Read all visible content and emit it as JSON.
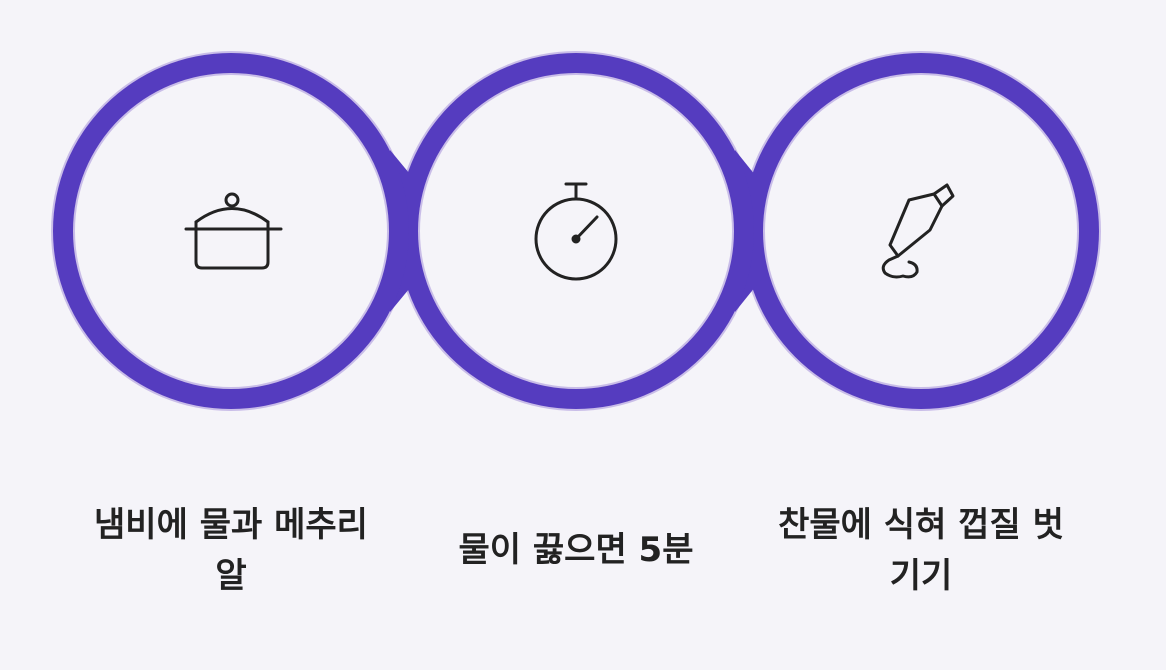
{
  "steps": [
    {
      "icon": "pot-icon",
      "label": "냄비에 물과 메추리알"
    },
    {
      "icon": "stopwatch-icon",
      "label": "물이 끓으면 5분"
    },
    {
      "icon": "piping-bag-icon",
      "label": "찬물에 식혀 껍질 벗기기"
    }
  ],
  "colors": {
    "ring": "#553cbf",
    "ring_outline": "#c9bde8",
    "background": "#f5f4f9",
    "inner": "#f5f4f9",
    "icon": "#222222",
    "text": "#222222"
  }
}
